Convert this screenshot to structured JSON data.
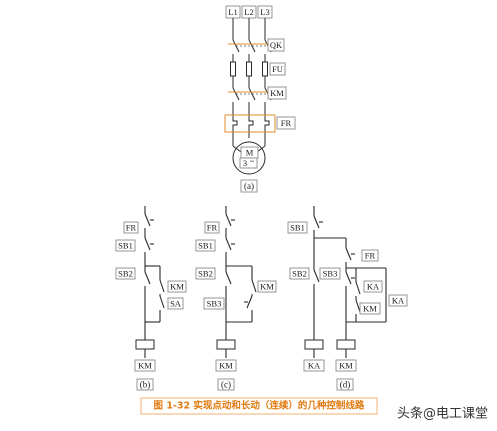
{
  "power_circuit": {
    "phases": [
      "L1",
      "L2",
      "L3"
    ],
    "qk": "QK",
    "fu": "FU",
    "km": "KM",
    "fr": "FR",
    "motor_letter": "M",
    "motor_phase": "3",
    "caption": "(a)"
  },
  "circuit_b": {
    "labels": [
      "FR",
      "SB1",
      "SB2",
      "KM",
      "SA"
    ],
    "coil": "KM",
    "caption": "(b)"
  },
  "circuit_c": {
    "labels": [
      "FR",
      "SB1",
      "SB2",
      "KM",
      "SB3"
    ],
    "coil": "KM",
    "caption": "(c)"
  },
  "circuit_d": {
    "labels": [
      "SB1",
      "FR",
      "SB2",
      "SB3",
      "KA",
      "KM",
      "KA"
    ],
    "coils": [
      "KA",
      "KM"
    ],
    "caption": "(d)"
  },
  "figure_caption": "图 1-32    实现点动和长动（连续）的几种控制线路",
  "watermark": "头条@电工课堂",
  "colors": {
    "accent": "#e07a10",
    "wire": "#2a2a2a",
    "label_border": "#8a8a8a"
  }
}
